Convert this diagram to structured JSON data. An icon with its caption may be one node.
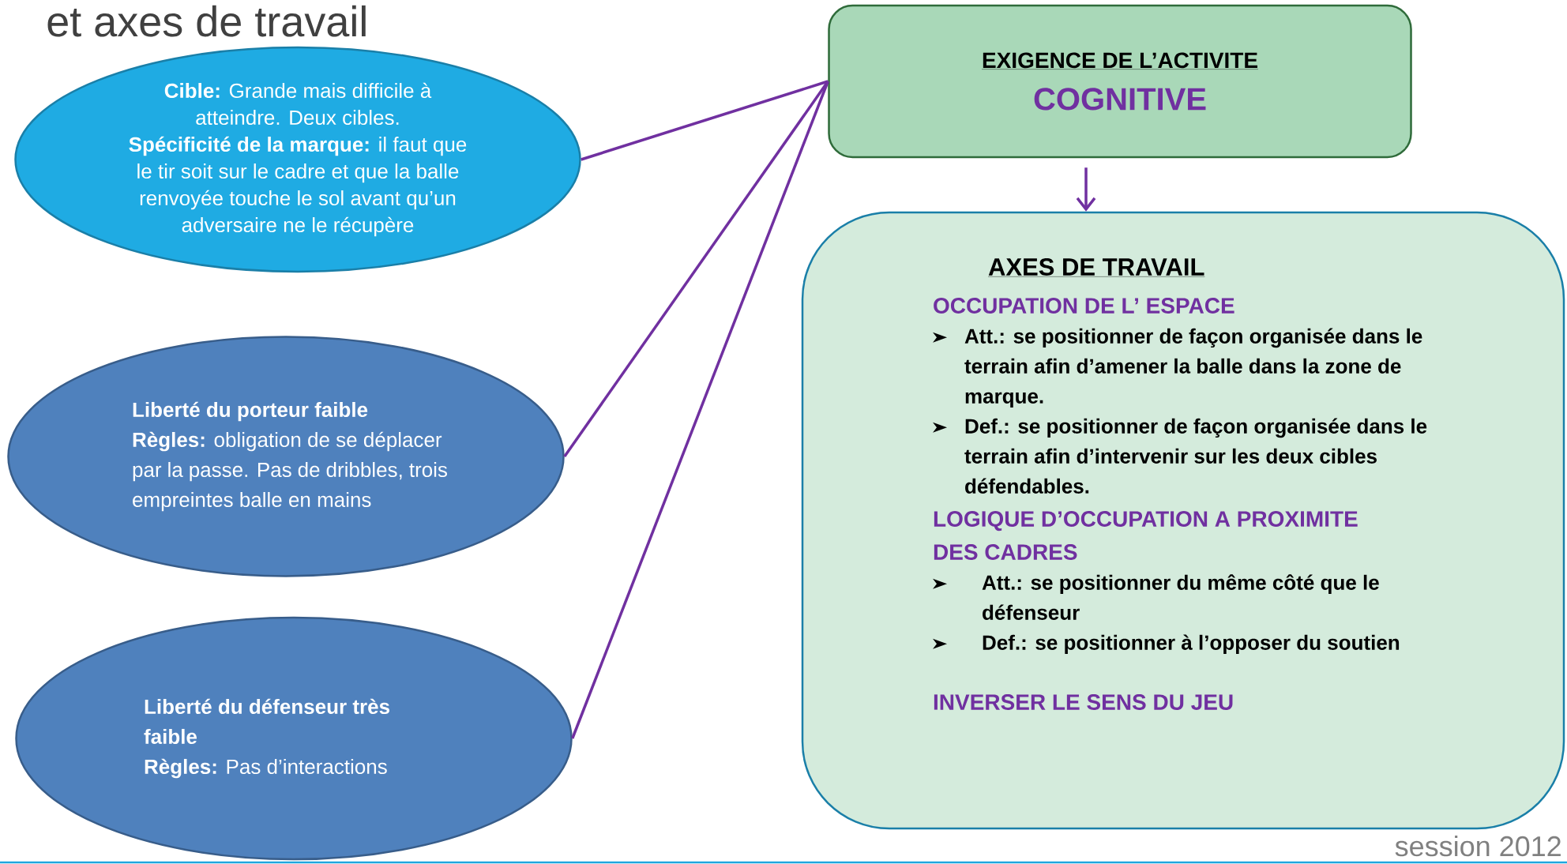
{
  "diagram": {
    "title": "et axes de travail",
    "nodes": [
      {
        "text": [
          "**Cible:** Grande mais difficile à atteindre. Deux cibles.",
          "**Spécificité de la marque:** il faut que le tir soit sur le cadre et que la balle renvoyée touche le sol avant qu’un adversaire ne le récupère"
        ]
      },
      {
        "text": [
          "Liberté du porteur faible",
          "**Règles:** obligation de se déplacer par la passe. Pas de dribbles, trois empreintes balle en mains"
        ]
      },
      {
        "text": [
          "Liberté du défenseur très faible",
          "**Règles:** Pas d’interactions"
        ]
      },
      {
        "text": [
          "EXIGENCE DE L’ACTIVITE",
          "COGNITIVE"
        ]
      },
      {
        "text": [
          "AXES DE TRAVAIL",
          "OCCUPATION DE L’ ESPACE",
          "Att.: se positionner de façon organisée dans le terrain afin d’amener la balle dans la zone de marque.",
          "Def.: se positionner de façon organisée dans le terrain afin d’intervenir sur les deux cibles défendables.",
          "LOGIQUE D’OCCUPATION A PROXIMITE DES CADRES",
          "Att.: se positionner du même côté que le défenseur",
          "Def.: se positionner à l’opposer du soutien",
          "INVERSER LE SENS DU JEU"
        ]
      }
    ],
    "edges": [
      {
        "from": 0,
        "to": 3,
        "arrow": "none"
      },
      {
        "from": 1,
        "to": 3,
        "arrow": "none"
      },
      {
        "from": 2,
        "to": 3,
        "arrow": "none"
      },
      {
        "from": 3,
        "to": 4,
        "arrow": "to"
      }
    ],
    "labels": [
      "session 2012"
    ]
  }
}
